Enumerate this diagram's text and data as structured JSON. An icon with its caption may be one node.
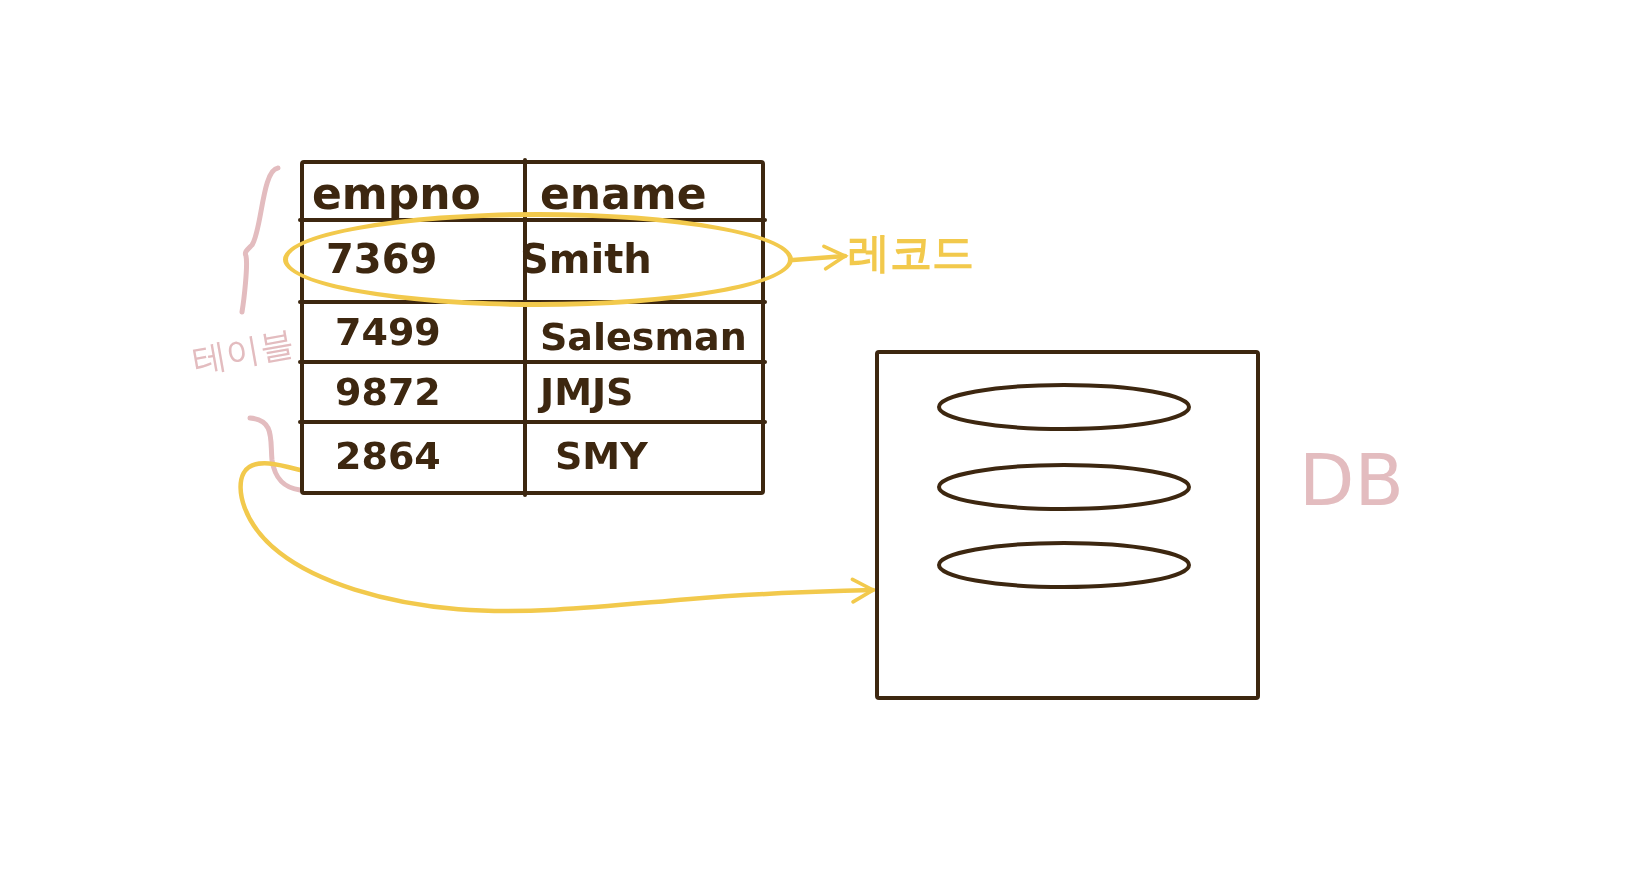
{
  "diagram": {
    "nodes": [
      {
        "text": [],
        "shape": "box",
        "beside": [
          "테이블"
        ]
      },
      {
        "text": [
          "7369",
          "Smith"
        ]
      },
      {
        "text": [
          "레코드"
        ]
      },
      {
        "text": [],
        "shape": "box",
        "beside": [
          "DB"
        ]
      }
    ],
    "edges": [
      {
        "from": 1,
        "to": 2,
        "arrow": "to"
      },
      {
        "from": 0,
        "to": 3,
        "arrow": "to"
      }
    ],
    "labels": [
      "empno",
      "ename",
      "7499",
      "Salesman",
      "9872",
      "JMJS",
      "2864",
      "SMY"
    ]
  }
}
